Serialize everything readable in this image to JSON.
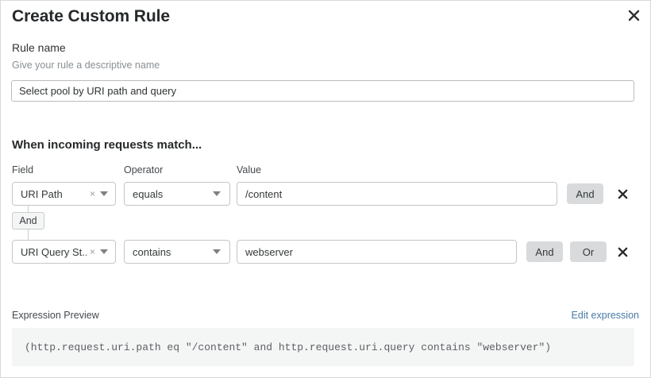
{
  "dialog": {
    "title": "Create Custom Rule",
    "close_icon": "close-icon"
  },
  "rule_name": {
    "label": "Rule name",
    "help": "Give your rule a descriptive name",
    "value": "Select pool by URI path and query",
    "placeholder": ""
  },
  "conditions": {
    "heading": "When incoming requests match...",
    "columns": {
      "field": "Field",
      "operator": "Operator",
      "value": "Value"
    },
    "connector_label": "And",
    "rows": [
      {
        "field": "URI Path",
        "operator": "equals",
        "value": "/content",
        "clear_icon": "×",
        "and_label": "And",
        "or_label": "",
        "remove_icon": "close-icon"
      },
      {
        "field": "URI Query St...",
        "operator": "contains",
        "value": "webserver",
        "clear_icon": "×",
        "and_label": "And",
        "or_label": "Or",
        "remove_icon": "close-icon"
      }
    ]
  },
  "expression": {
    "label": "Expression Preview",
    "edit_link": "Edit expression",
    "code": "(http.request.uri.path eq \"/content\" and http.request.uri.query contains \"webserver\")"
  },
  "colors": {
    "link": "#4a7ba7",
    "pill_bg": "#d8dadb",
    "code_bg": "#f4f5f5"
  }
}
